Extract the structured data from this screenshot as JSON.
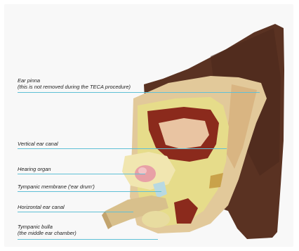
{
  "labels": [
    {
      "key": "pinna",
      "line1": "Ear pinna",
      "line2": "(this is not removed during the TECA procedure)"
    },
    {
      "key": "vertical",
      "line1": "Vertical ear canal",
      "line2": ""
    },
    {
      "key": "hearing",
      "line1": "Hearing organ",
      "line2": ""
    },
    {
      "key": "tympanic_membrane",
      "line1": "Tympanic membrane ('ear drum')",
      "line2": ""
    },
    {
      "key": "horizontal",
      "line1": "Horizontal ear canal",
      "line2": ""
    },
    {
      "key": "bulla",
      "line1": "Tympanic bulla",
      "line2": "(the middle ear chamber)"
    }
  ],
  "colors": {
    "leader": "#5fc0d6",
    "fur": "#5a3222",
    "cartilage": "#e2c99a",
    "bone": "#e6dc8a",
    "tissue": "#8b2a1c",
    "organ": "#e8a0a6"
  }
}
